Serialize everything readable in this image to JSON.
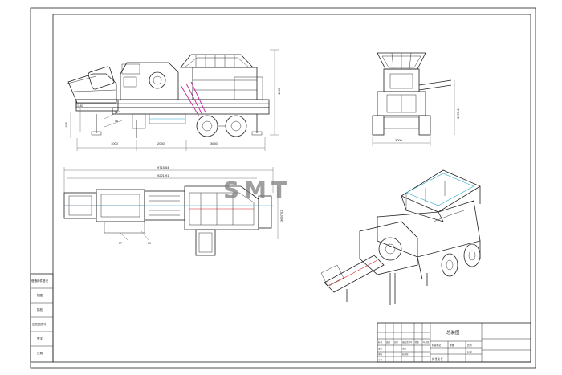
{
  "drawing": {
    "watermark": "SMT",
    "dimensions": {
      "side_left": "1000",
      "side_mid": "2040",
      "side_right": "3640",
      "side_height": "4060",
      "front_width": "3000",
      "front_height": "3570.41",
      "plan_overall": "9715.54",
      "plan_inner": "9221.91",
      "plan_height": "3697.52",
      "small_a": "1180",
      "small_b": "1045"
    },
    "part_labels": [
      "11",
      "56",
      "57",
      "60"
    ]
  },
  "side_table": {
    "rows": [
      "借通用件登记",
      "描图",
      "描校",
      "旧底图总号",
      "签字",
      "日期"
    ]
  },
  "title_block": {
    "title": "总装图",
    "cells": [
      "标记",
      "处数",
      "分区",
      "更改文件号",
      "签名",
      "年月日",
      "设计",
      "审核",
      "工艺",
      "标准化",
      "批准"
    ],
    "stage_label": "阶段标记",
    "weight_label": "重量",
    "scale_label": "比例",
    "scale_value": "1:40",
    "sheet_label": "共 张 第 张"
  }
}
